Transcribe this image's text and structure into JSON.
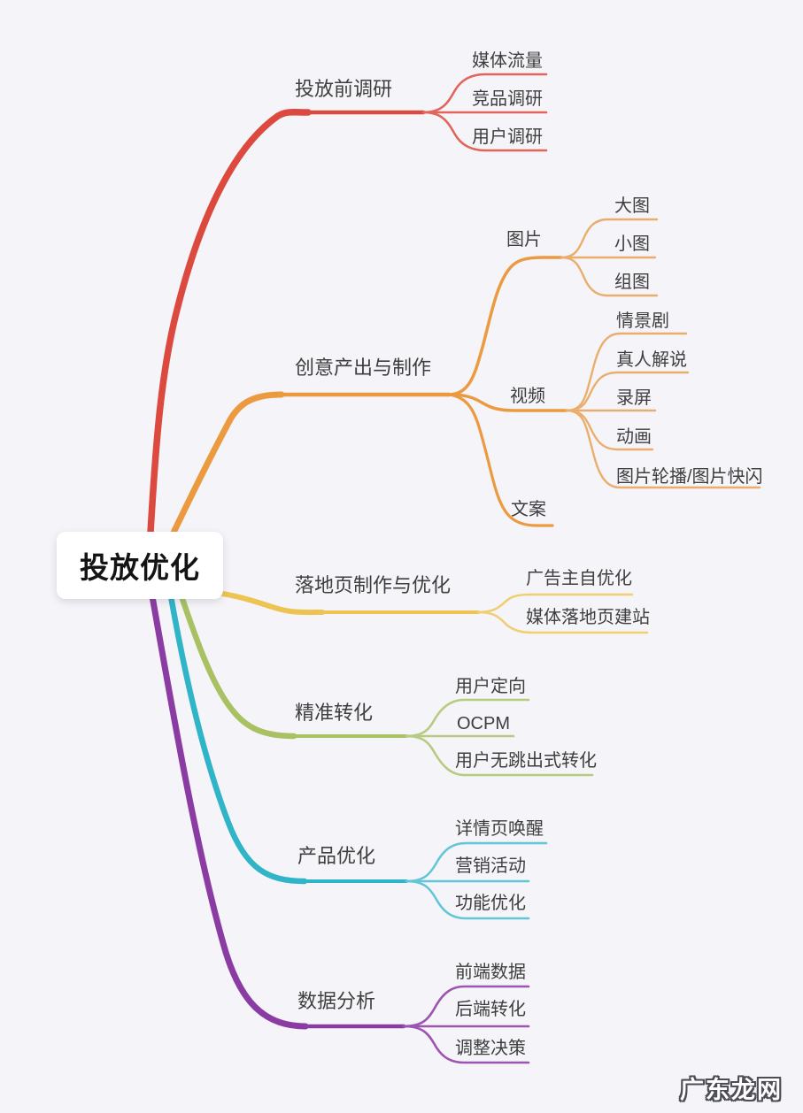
{
  "background": "#f5f4f8",
  "text_color": "#3e3e3e",
  "root": {
    "label": "投放优化"
  },
  "branches": [
    {
      "label": "投放前调研",
      "color": "#dc4a3f",
      "color_light": "#e2655b",
      "children": [
        {
          "label": "媒体流量"
        },
        {
          "label": "竞品调研"
        },
        {
          "label": "用户调研"
        }
      ]
    },
    {
      "label": "创意产出与制作",
      "color": "#ec9a40",
      "color_light": "#e9ae6d",
      "children": [
        {
          "label": "图片",
          "children": [
            {
              "label": "大图"
            },
            {
              "label": "小图"
            },
            {
              "label": "组图"
            }
          ]
        },
        {
          "label": "视频",
          "children": [
            {
              "label": "情景剧"
            },
            {
              "label": "真人解说"
            },
            {
              "label": "录屏"
            },
            {
              "label": "动画"
            },
            {
              "label": "图片轮播/图片快闪"
            }
          ]
        },
        {
          "label": "文案",
          "children": []
        }
      ]
    },
    {
      "label": "落地页制作与优化",
      "color": "#edc452",
      "color_light": "#efcf72",
      "children": [
        {
          "label": "广告主自优化"
        },
        {
          "label": "媒体落地页建站"
        }
      ]
    },
    {
      "label": "精准转化",
      "color": "#a9c163",
      "color_light": "#b6cb80",
      "children": [
        {
          "label": "用户定向"
        },
        {
          "label": "OCPM"
        },
        {
          "label": "用户无跳出式转化"
        }
      ]
    },
    {
      "label": "产品优化",
      "color": "#30b4c8",
      "color_light": "#62c6d6",
      "children": [
        {
          "label": "详情页唤醒"
        },
        {
          "label": "营销活动"
        },
        {
          "label": "功能优化"
        }
      ]
    },
    {
      "label": "数据分析",
      "color": "#8b3ca2",
      "color_light": "#9c55b0",
      "children": [
        {
          "label": "前端数据"
        },
        {
          "label": "后端转化"
        },
        {
          "label": "调整决策"
        }
      ]
    }
  ],
  "watermark": {
    "text": "广东龙网"
  }
}
